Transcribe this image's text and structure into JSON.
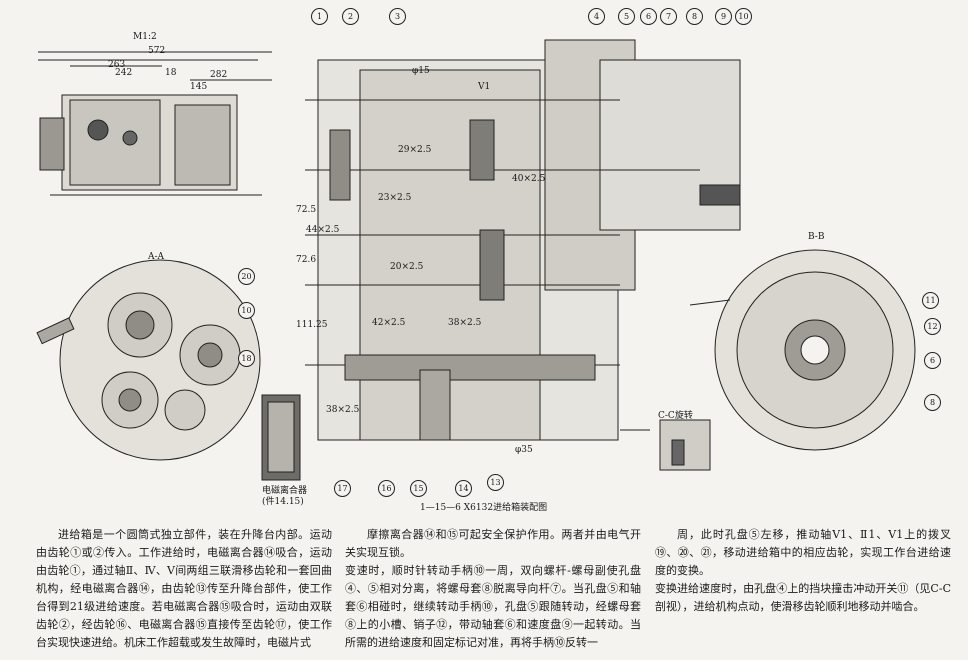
{
  "drawing": {
    "scale_label": "M1:2",
    "section_labels": {
      "aa": "A-A",
      "bb": "B-B",
      "cc": "C-C旋转"
    },
    "clutch_label": "电磁离合器",
    "clutch_sub": "(件14.15)",
    "dims_left": [
      "572",
      "263",
      "242",
      "18",
      "145",
      "282"
    ],
    "dims_center": [
      "φ15",
      "V1",
      "72.5",
      "72.6",
      "111.25",
      "44×2.5",
      "38×2.5",
      "40×2.5",
      "29×2.5",
      "23×2.5",
      "20×2.5",
      "42×2.5",
      "38×2.5",
      "φ35"
    ],
    "callouts_top": [
      "1",
      "2",
      "3",
      "4",
      "5",
      "6",
      "7",
      "8",
      "9",
      "10"
    ],
    "callouts_bottom": [
      "17",
      "16",
      "15",
      "14",
      "13"
    ],
    "callouts_right": [
      "11",
      "12",
      "6",
      "8"
    ],
    "callouts_aa": [
      "20",
      "10",
      "18"
    ]
  },
  "caption": "1—15—6  X6132进给箱装配图",
  "columns": [
    "进给箱是一个圆筒式独立部件，装在升降台内部。运动由齿轮①或②传入。工作进给时，电磁离合器⑭吸合，运动由齿轮①，通过轴Ⅱ、Ⅳ、Ⅴ间两组三联滑移齿轮和一套回曲机构，经电磁离合器⑭，由齿轮⑬传至升降台部件，使工作台得到21级进给速度。若电磁离合器⑮吸合时，运动由双联齿轮②，经齿轮⑯、电磁离合器⑮直接传至齿轮⑰，使工作台实现快速进给。机床工作超载或发生故障时，电磁片式",
    "摩擦离合器⑭和⑮可起安全保护作用。两者并由电气开关实现互锁。\n变速时，顺时针转动手柄⑩一周，双向螺杆-螺母副使孔盘④、⑤相对分离，将螺母套⑧脱离导向杆⑦。当孔盘⑤和轴套⑥相碰时，继续转动手柄⑩，孔盘⑤跟随转动，经螺母套⑧上的小槽、销子⑫，带动轴套⑥和速度盘⑨一起转动。当所需的进给速度和固定标记对准，再将手柄⑩反转一",
    "周，此时孔盘⑤左移，推动轴V1、Ⅱ1、V1上的拨叉⑲、⑳、㉑，移动进给箱中的相应齿轮，实现工作台进给速度的变换。\n变换进给速度时，由孔盘④上的挡块撞击冲动开关⑪（见C-C剖视），进给机构点动，使滑移齿轮顺利地移动并啮合。"
  ]
}
